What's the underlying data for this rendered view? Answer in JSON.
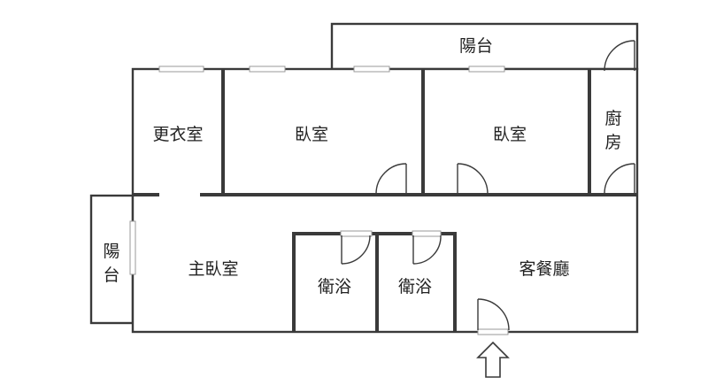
{
  "rooms": {
    "balcony_top": "陽台",
    "dressing_room": "更衣室",
    "bedroom_1": "臥室",
    "bedroom_2": "臥室",
    "kitchen_char_1": "廚",
    "kitchen_char_2": "房",
    "balcony_left_char_1": "陽",
    "balcony_left_char_2": "台",
    "master_bedroom": "主臥室",
    "bathroom_1": "衛浴",
    "bathroom_2": "衛浴",
    "living_dining": "客餐廳"
  },
  "colors": {
    "wall": "#3a3a3a",
    "background": "#ffffff",
    "text": "#222222"
  },
  "icons": {
    "entrance": "entrance-arrow-icon"
  }
}
